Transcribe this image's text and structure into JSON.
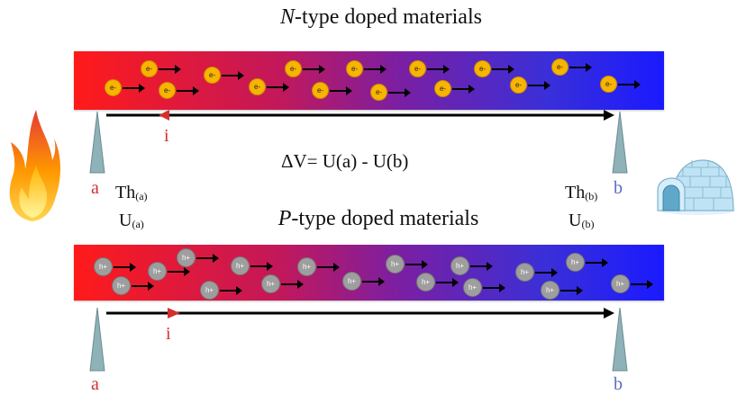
{
  "top": {
    "title_prefix": "N",
    "title_rest": "-type doped materials",
    "carrier_label": "e-",
    "current_label": "i",
    "end_a": "a",
    "end_b": "b"
  },
  "bottom": {
    "title_prefix": "P",
    "title_rest": "-type doped materials",
    "carrier_label": "h+",
    "current_label": "i",
    "end_a": "a",
    "end_b": "b"
  },
  "equation": "ΔV= U(a) - U(b)",
  "left_symbols": {
    "th": "Th",
    "th_sub": "(a)",
    "u": "U",
    "u_sub": "(a)"
  },
  "right_symbols": {
    "th": "Th",
    "th_sub": "(b)",
    "u": "U",
    "u_sub": "(b)"
  },
  "icons": {
    "hot": "fire-icon",
    "cold": "igloo-icon"
  },
  "colors": {
    "hot": "#ff1a1a",
    "cold": "#1a1aff",
    "electron": "#f7b400",
    "hole": "#9e9e9e",
    "current": "#d32f2f"
  }
}
